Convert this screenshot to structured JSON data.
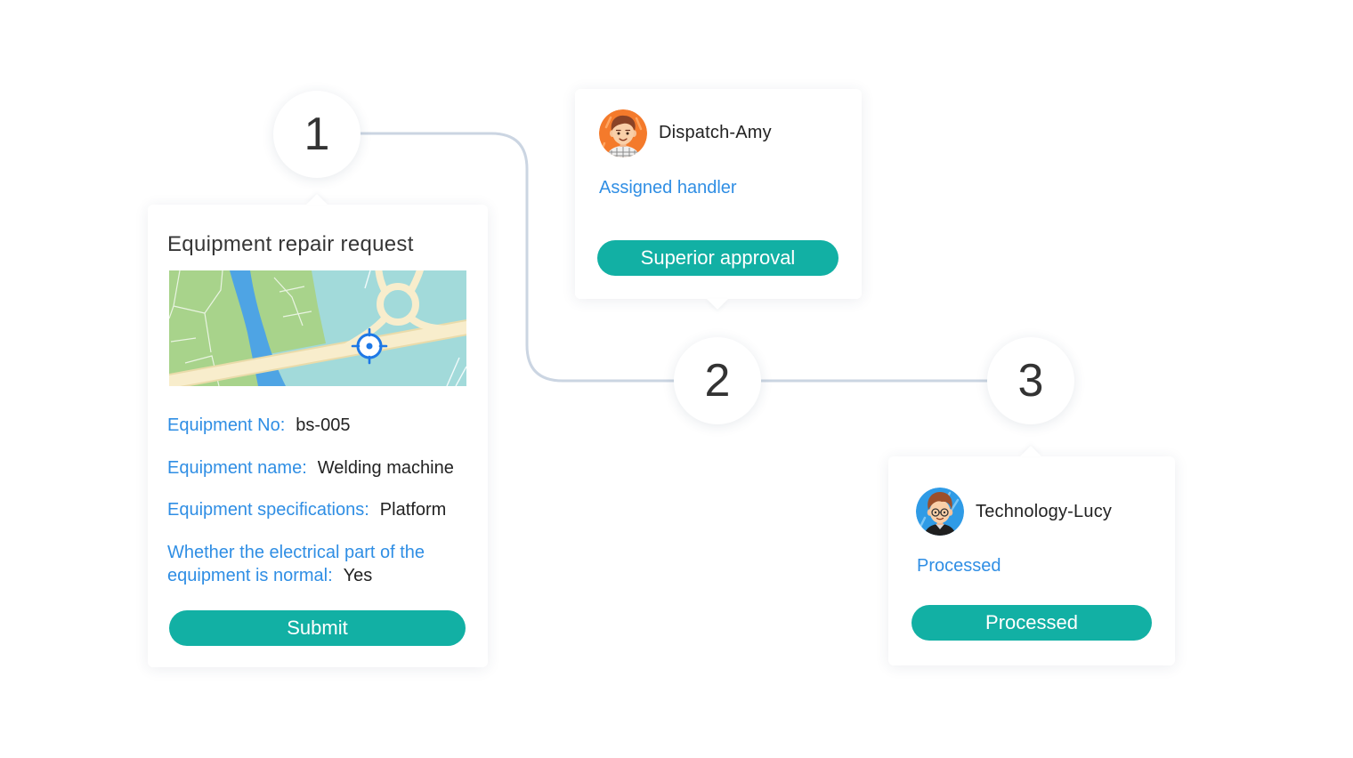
{
  "steps": [
    {
      "number": "1"
    },
    {
      "number": "2"
    },
    {
      "number": "3"
    }
  ],
  "request_card": {
    "title": "Equipment repair request",
    "map": {
      "marker_icon": "location-target-icon"
    },
    "fields": [
      {
        "label": "Equipment No:",
        "value": "bs-005"
      },
      {
        "label": "Equipment name:",
        "value": "Welding machine"
      },
      {
        "label": "Equipment specifications:",
        "value": "Platform"
      },
      {
        "label": "Whether the electrical part of the equipment is normal:",
        "value": "Yes"
      }
    ],
    "submit_label": "Submit"
  },
  "dispatch_card": {
    "avatar_icon": "cartoon-avatar-orange",
    "name": "Dispatch-Amy",
    "status": "Assigned handler",
    "action_label": "Superior approval"
  },
  "technology_card": {
    "avatar_icon": "cartoon-avatar-blue",
    "name": "Technology-Lucy",
    "status": "Processed",
    "action_label": "Processed"
  },
  "colors": {
    "accent": "#12b0a4",
    "link_text": "#2f8ee4",
    "connector": "#cbd5e2",
    "text": "#333333"
  }
}
